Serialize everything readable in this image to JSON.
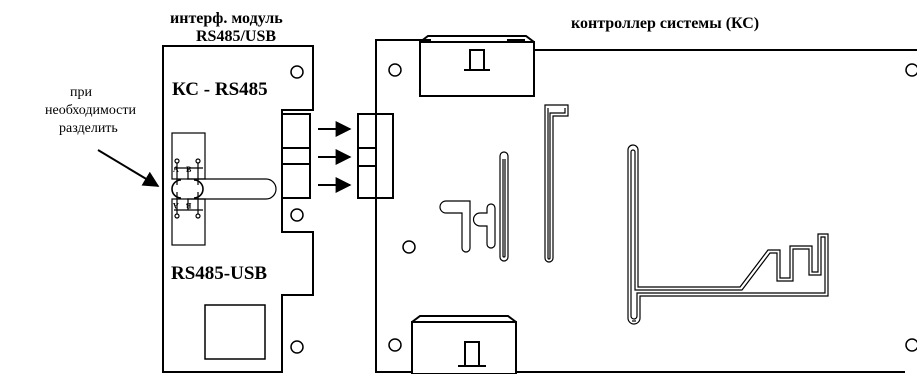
{
  "module": {
    "title_line1": "интерф. модуль",
    "title_line2": "RS485/USB",
    "label_top": "КС - RS485",
    "label_bottom": "RS485-USB",
    "jumper_pin_a": "A",
    "jumper_pin_b": "B"
  },
  "controller": {
    "title": "контроллер системы (КС)"
  },
  "note": {
    "line1": "при",
    "line2": "необходимости",
    "line3": "разделить"
  },
  "colors": {
    "stroke": "#000000",
    "background": "#ffffff"
  }
}
